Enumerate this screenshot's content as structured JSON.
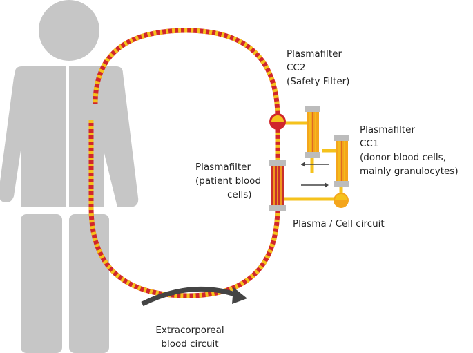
{
  "colors": {
    "body": "#c6c6c6",
    "tube_red": "#d0262c",
    "tube_yellow": "#f5c21c",
    "filter_red": "#c9302c",
    "filter_orange": "#f4a51c",
    "cap": "#bcbcbc",
    "plasma_line": "#f5c21c",
    "arrow": "#444444",
    "text": "#222222"
  },
  "labels": {
    "cc2": {
      "line1": "Plasmafilter",
      "line2": "CC2",
      "line3": "(Safety Filter)"
    },
    "cc1": {
      "line1": "Plasmafilter",
      "line2": "CC1",
      "line3": "(donor blood cells,",
      "line4": "mainly granulocytes)"
    },
    "patient": {
      "line1": "Plasmafilter",
      "line2": "(patient blood",
      "line3": "cells)"
    },
    "plasma_circuit": "Plasma / Cell circuit",
    "extracorporeal": {
      "line1": "Extracorporeal",
      "line2": "blood circuit"
    }
  }
}
